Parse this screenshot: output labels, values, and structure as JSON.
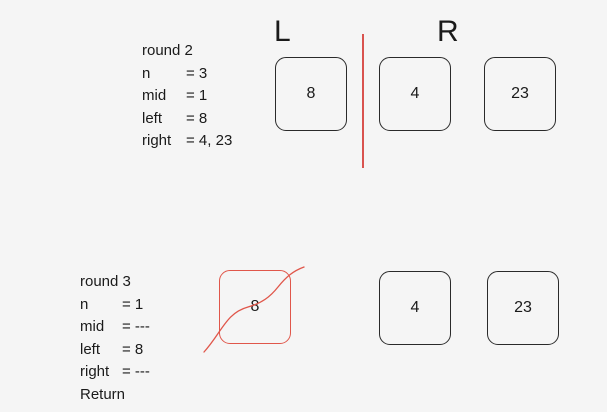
{
  "round2": {
    "title": "round 2",
    "rows": [
      {
        "key": "n",
        "value": "= 3"
      },
      {
        "key": "mid",
        "value": "= 1"
      },
      {
        "key": "left",
        "value": "= 8"
      },
      {
        "key": "right",
        "value": "= 4, 23"
      }
    ],
    "left_label": "L",
    "right_label": "R",
    "nodes": [
      "8",
      "4",
      "23"
    ]
  },
  "round3": {
    "title": "round 3",
    "rows": [
      {
        "key": "n",
        "value": "= 1"
      },
      {
        "key": "mid",
        "value": "= ---"
      },
      {
        "key": "left",
        "value": "= 8"
      },
      {
        "key": "right",
        "value": "= ---"
      }
    ],
    "footer": "Return",
    "nodes": [
      "8",
      "4",
      "23"
    ]
  },
  "colors": {
    "text": "#1a1a1a",
    "box_border": "#2a2a2a",
    "accent_red": "#e0564a",
    "background": "#f5f5f5"
  }
}
